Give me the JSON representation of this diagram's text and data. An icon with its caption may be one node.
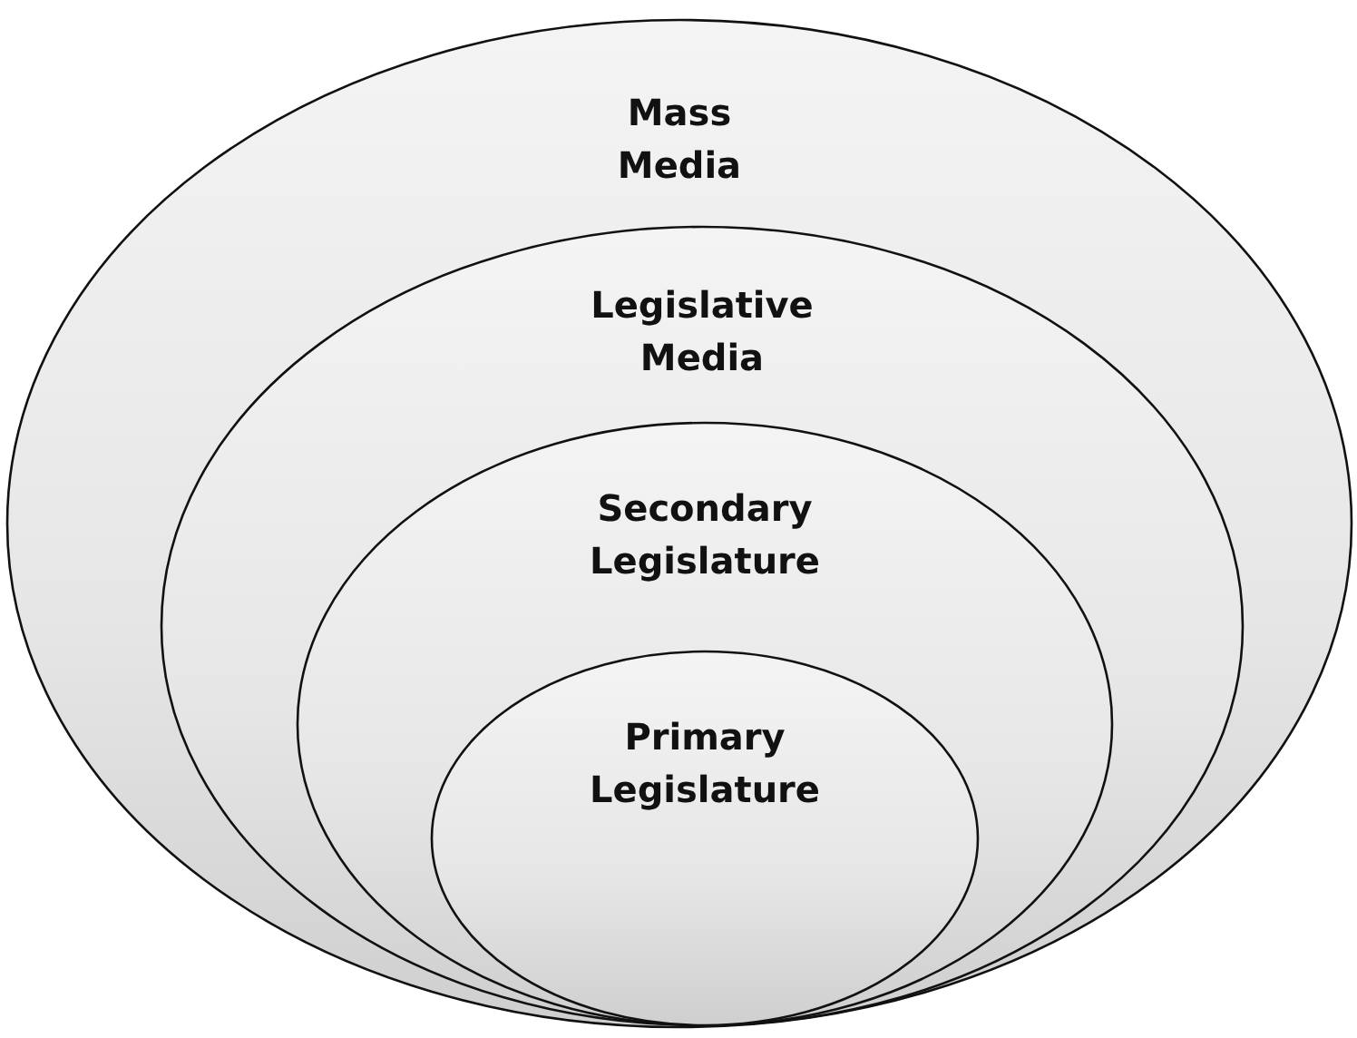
{
  "diagram": {
    "nodes": [
      {
        "text": [
          "Mass Media"
        ]
      },
      {
        "text": [
          "Legislative Media"
        ],
        "in": 0
      },
      {
        "text": [
          "Secondary Legislature"
        ],
        "in": 1
      },
      {
        "text": [
          "Primary Legislature"
        ],
        "in": 2
      }
    ]
  }
}
